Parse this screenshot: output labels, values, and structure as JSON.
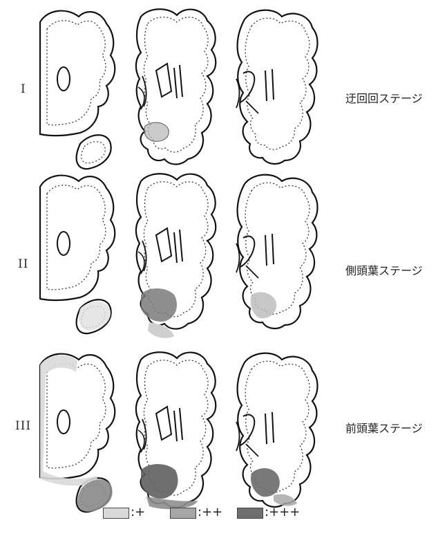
{
  "stages": [
    {
      "numeral": "I",
      "name": "迂回回ステージ"
    },
    {
      "numeral": "II",
      "name": "側頭葉ステージ"
    },
    {
      "numeral": "III",
      "name": "前頭葉ステージ"
    }
  ],
  "legend": [
    {
      "label": ":+",
      "color": "#d9d9d9"
    },
    {
      "label": ":++",
      "color": "#a6a6a6"
    },
    {
      "label": ":+++",
      "color": "#6e6e6e"
    }
  ]
}
